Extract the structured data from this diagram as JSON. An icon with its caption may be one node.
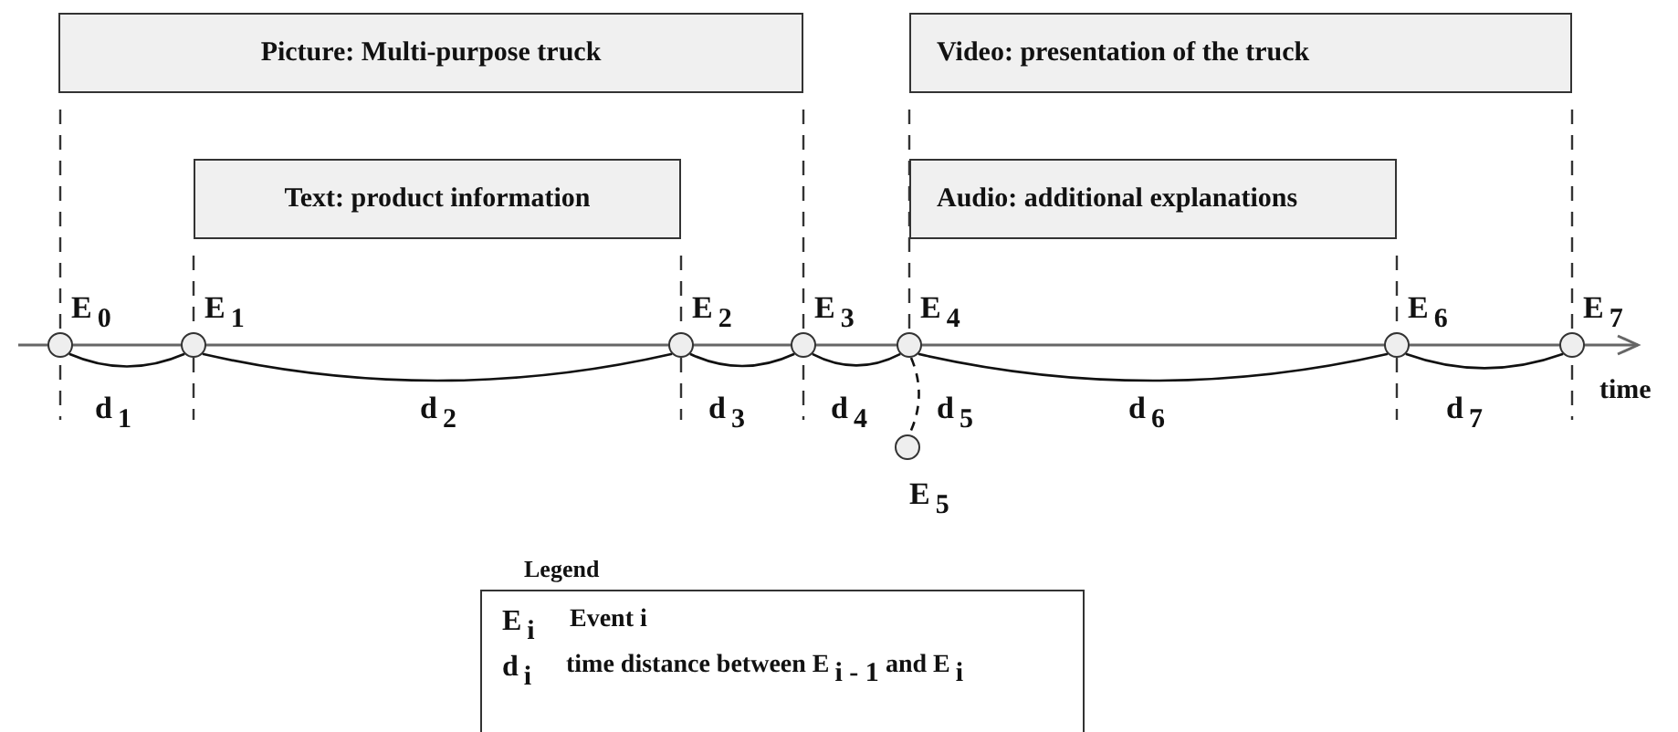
{
  "diagram": {
    "nodes": [
      {
        "text": [
          "Picture: Multi-purpose truck"
        ]
      },
      {
        "text": [
          "Text: product information"
        ]
      },
      {
        "text": [
          "Video: presentation of the truck"
        ]
      },
      {
        "text": [
          "Audio: additional explanations"
        ]
      },
      {
        "text": [],
        "shape": "circle",
        "beside": [
          "E$_{0}$"
        ]
      },
      {
        "text": [],
        "shape": "circle",
        "beside": [
          "E$_{1}$"
        ]
      },
      {
        "text": [],
        "shape": "circle",
        "beside": [
          "E$_{2}$"
        ]
      },
      {
        "text": [],
        "shape": "circle",
        "beside": [
          "E$_{3}$"
        ]
      },
      {
        "text": [],
        "shape": "circle",
        "beside": [
          "E$_{4}$"
        ]
      },
      {
        "text": [],
        "shape": "circle",
        "beside": [
          "E$_{5}$"
        ]
      },
      {
        "text": [],
        "shape": "circle",
        "beside": [
          "E$_{6}$"
        ]
      },
      {
        "text": [],
        "shape": "circle",
        "beside": [
          "E$_{7}$"
        ]
      }
    ],
    "edges": [
      {
        "from": 4,
        "to": 5,
        "arrow": "none",
        "label": "d$_{1}$"
      },
      {
        "from": 5,
        "to": 6,
        "arrow": "none",
        "label": "d$_{2}$"
      },
      {
        "from": 6,
        "to": 7,
        "arrow": "none",
        "label": "d$_{3}$"
      },
      {
        "from": 7,
        "to": 8,
        "arrow": "none",
        "label": "d$_{4}$"
      },
      {
        "from": 8,
        "to": 9,
        "arrow": "none",
        "label": "d$_{5}$",
        "style": "dashed"
      },
      {
        "from": 8,
        "to": 10,
        "arrow": "none",
        "label": "d$_{6}$"
      },
      {
        "from": 10,
        "to": 11,
        "arrow": "none",
        "label": "d$_{7}$"
      }
    ],
    "labels": [
      "time",
      "Legend",
      "E$_{i}$",
      "Event i",
      "d$_{i}$",
      "time distance between  E$_{i - 1}$  and  E$_{i}$"
    ]
  }
}
